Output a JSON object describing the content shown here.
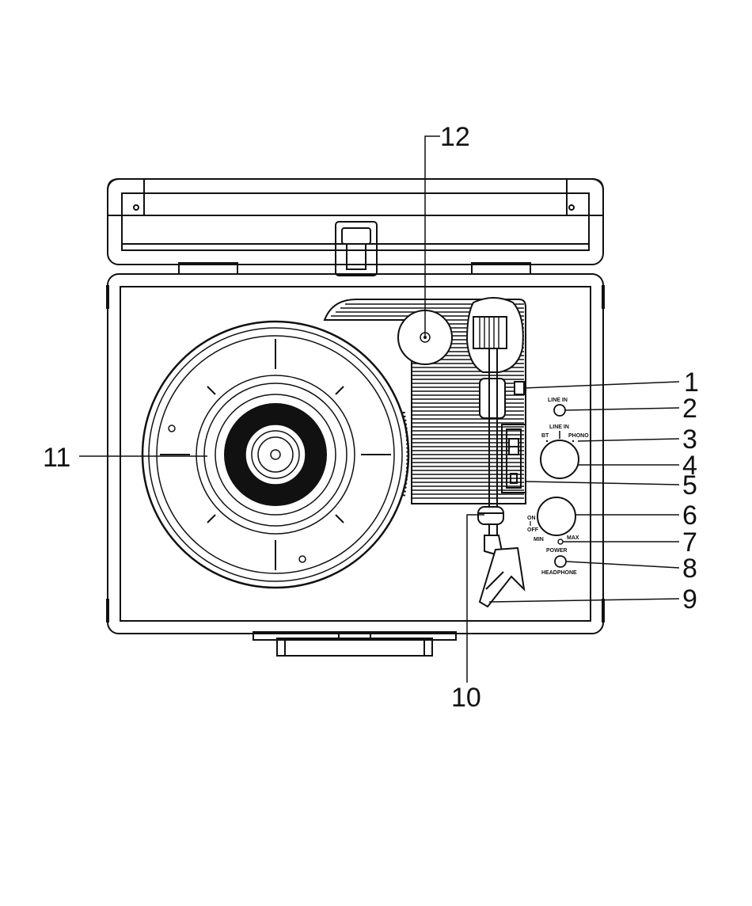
{
  "diagram": {
    "panel_labels": {
      "line_in": "LINE IN",
      "selector_line_in": "LINE IN",
      "selector_bt": "BT",
      "selector_phono": "PHONO",
      "on": "ON",
      "off": "OFF",
      "min": "MIN",
      "max": "MAX",
      "power": "POWER",
      "headphone": "HEADPHONE"
    },
    "callouts": [
      {
        "id": "1",
        "label": "1"
      },
      {
        "id": "2",
        "label": "2"
      },
      {
        "id": "3",
        "label": "3"
      },
      {
        "id": "4",
        "label": "4"
      },
      {
        "id": "5",
        "label": "5"
      },
      {
        "id": "6",
        "label": "6"
      },
      {
        "id": "7",
        "label": "7"
      },
      {
        "id": "8",
        "label": "8"
      },
      {
        "id": "9",
        "label": "9"
      },
      {
        "id": "10",
        "label": "10"
      },
      {
        "id": "11",
        "label": "11"
      },
      {
        "id": "12",
        "label": "12"
      }
    ]
  }
}
